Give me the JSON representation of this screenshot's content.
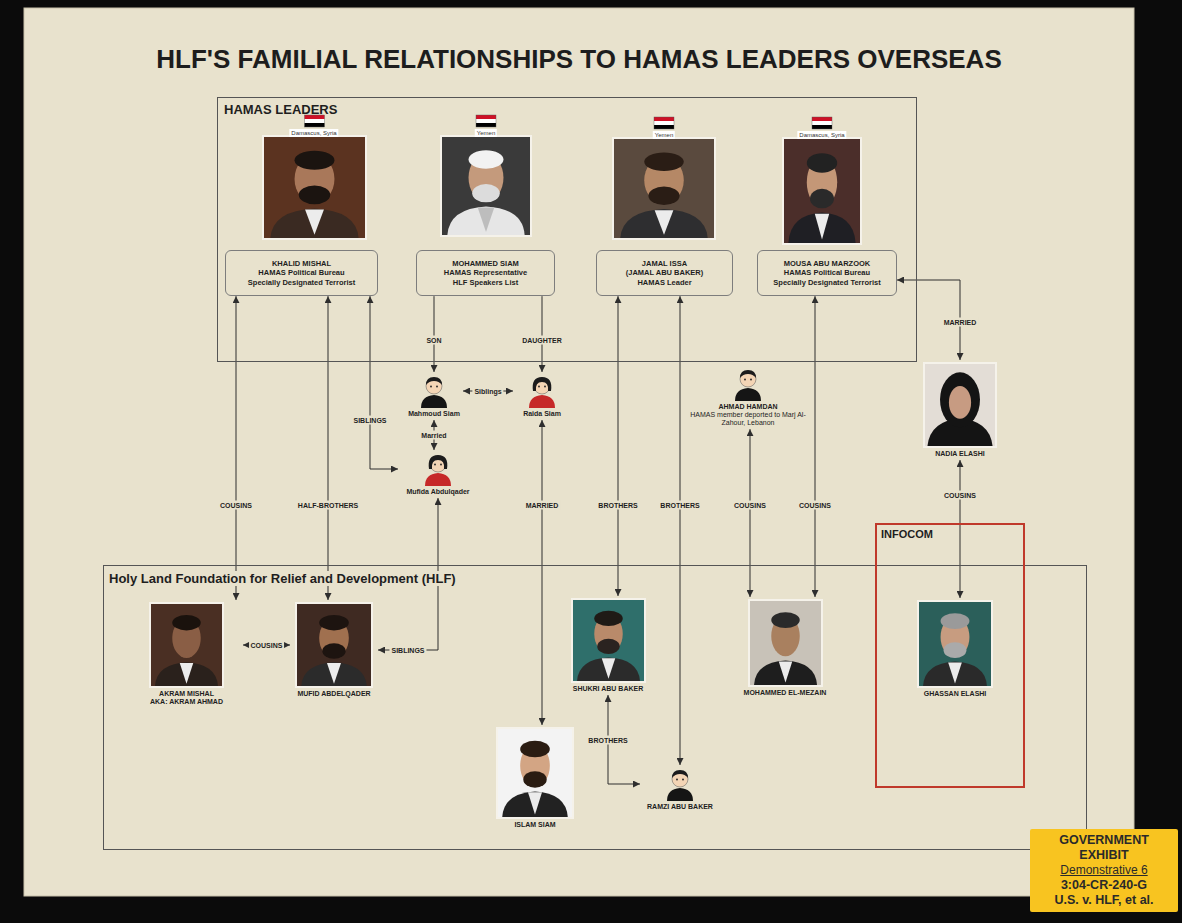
{
  "diagram": {
    "title": "HLF'S FAMILIAL RELATIONSHIPS TO HAMAS LEADERS OVERSEAS",
    "nodes": [
      {
        "text": [
          "HAMAS LEADERS"
        ]
      },
      {
        "text": [
          "KHALID MISHAL",
          "HAMAS Political Bureau",
          "Specially Designated Terrorist"
        ],
        "in": 0
      },
      {
        "text": [
          "MOHAMMED SIAM",
          "HAMAS Representative",
          "HLF Speakers List"
        ],
        "in": 0
      },
      {
        "text": [
          "JAMAL ISSA",
          "(JAMAL ABU BAKER)",
          "HAMAS Leader"
        ],
        "in": 0
      },
      {
        "text": [
          "MOUSA ABU MARZOOK",
          "HAMAS Political Bureau",
          "Specially Designated Terrorist"
        ],
        "in": 0
      },
      {
        "text": [
          "Mahmoud Siam"
        ]
      },
      {
        "text": [
          "Raida Siam"
        ]
      },
      {
        "text": [
          "AHMAD HAMDAN",
          "HAMAS member deported to Marj Al-Zahour, Lebanon"
        ]
      },
      {
        "text": [
          "NADIA ELASHI"
        ]
      },
      {
        "text": [
          "Mufida Abdulqader"
        ]
      },
      {
        "text": [
          "Holy Land Foundation for Relief and Development (HLF)"
        ]
      },
      {
        "text": [
          "INFOCOM"
        ],
        "in": 10
      },
      {
        "text": [
          "AKRAM MISHAL",
          "AKA: AKRAM AHMAD"
        ],
        "in": 10
      },
      {
        "text": [
          "MUFID ABDELQADER"
        ],
        "in": 10
      },
      {
        "text": [
          "SHUKRI ABU BAKER"
        ],
        "in": 10
      },
      {
        "text": [
          "MOHAMMED EL-MEZAIN"
        ],
        "in": 10
      },
      {
        "text": [
          "GHASSAN ELASHI"
        ],
        "in": 11
      },
      {
        "text": [
          "ISLAM SIAM"
        ],
        "in": 10
      },
      {
        "text": [
          "RAMZI ABU BAKER"
        ],
        "in": 10
      },
      {
        "text": [
          "GOVERNMENT EXHIBIT",
          "Demonstrative 6",
          "3:04-CR-240-G",
          "U.S. v. HLF, et al."
        ]
      }
    ],
    "edges": [
      {
        "from": 1,
        "to": 12,
        "label": "COUSINS",
        "arrow": "both"
      },
      {
        "from": 1,
        "to": 13,
        "label": "HALF-BROTHERS",
        "arrow": "both"
      },
      {
        "from": 1,
        "to": 9,
        "label": "SIBLINGS",
        "arrow": "both"
      },
      {
        "from": 2,
        "to": 5,
        "label": "SON",
        "arrow": "to"
      },
      {
        "from": 2,
        "to": 6,
        "label": "DAUGHTER",
        "arrow": "to"
      },
      {
        "from": 5,
        "to": 6,
        "label": "Siblings",
        "arrow": "both"
      },
      {
        "from": 5,
        "to": 9,
        "label": "Married",
        "arrow": "both"
      },
      {
        "from": 9,
        "to": 13,
        "label": "SIBLINGS",
        "arrow": "both"
      },
      {
        "from": 6,
        "to": 17,
        "label": "MARRIED",
        "arrow": "both"
      },
      {
        "from": 3,
        "to": 14,
        "label": "BROTHERS",
        "arrow": "both"
      },
      {
        "from": 3,
        "to": 18,
        "label": "BROTHERS",
        "arrow": "both"
      },
      {
        "from": 7,
        "to": 15,
        "label": "COUSINS",
        "arrow": "both"
      },
      {
        "from": 4,
        "to": 15,
        "label": "COUSINS",
        "arrow": "both"
      },
      {
        "from": 4,
        "to": 8,
        "label": "MARRIED",
        "arrow": "both"
      },
      {
        "from": 8,
        "to": 16,
        "label": "COUSINS",
        "arrow": "both"
      },
      {
        "from": 12,
        "to": 13,
        "label": "COUSINS",
        "arrow": "both"
      },
      {
        "from": 14,
        "to": 18,
        "label": "BROTHERS",
        "arrow": "both"
      }
    ],
    "labels": [
      "Damascus, Syria",
      "Yemen",
      "Yemen",
      "Damascus, Syria"
    ]
  }
}
